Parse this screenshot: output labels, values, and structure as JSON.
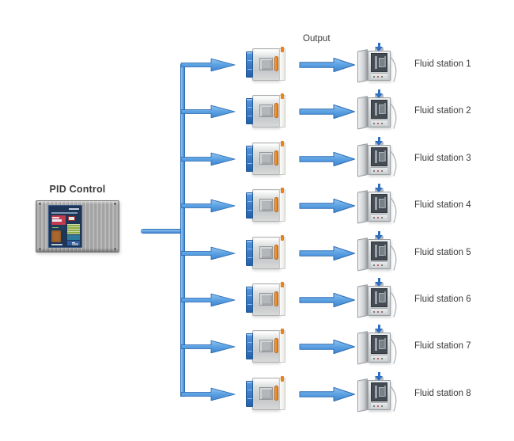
{
  "diagram": {
    "controller": {
      "label": "PID Control"
    },
    "output_label": "Output",
    "stations": [
      {
        "label": "Fluid station 1"
      },
      {
        "label": "Fluid station 2"
      },
      {
        "label": "Fluid station 3"
      },
      {
        "label": "Fluid station 4"
      },
      {
        "label": "Fluid station 5"
      },
      {
        "label": "Fluid station 6"
      },
      {
        "label": "Fluid station 7"
      },
      {
        "label": "Fluid station 8"
      }
    ]
  },
  "icons": {
    "controller": "pid-controller-icon",
    "branch": "branch-arrow-icon",
    "module": "pump-module-icon",
    "output": "output-arrow-icon",
    "station": "fluid-station-icon",
    "station_inlet": "down-arrow-icon"
  },
  "colors": {
    "arrow_light": "#90c4f0",
    "arrow_mid": "#5ba1e2",
    "arrow_dark": "#3e85d0",
    "arrow_outline": "#2e6db4",
    "label_text": "#3b3b3b",
    "controller_body_gray": "#aeaeae",
    "screen_navy": "#1d3556",
    "screen_tile_red": "#c23b4e",
    "screen_tile_orange": "#a8682f",
    "screen_tile_green": "#8fae4a",
    "screen_tile_teal": "#2d7a9a",
    "module_plate_blue": "#2e74c4",
    "module_clip_orange": "#e8831c",
    "station_inlet_blue": "#2c6fc2"
  }
}
